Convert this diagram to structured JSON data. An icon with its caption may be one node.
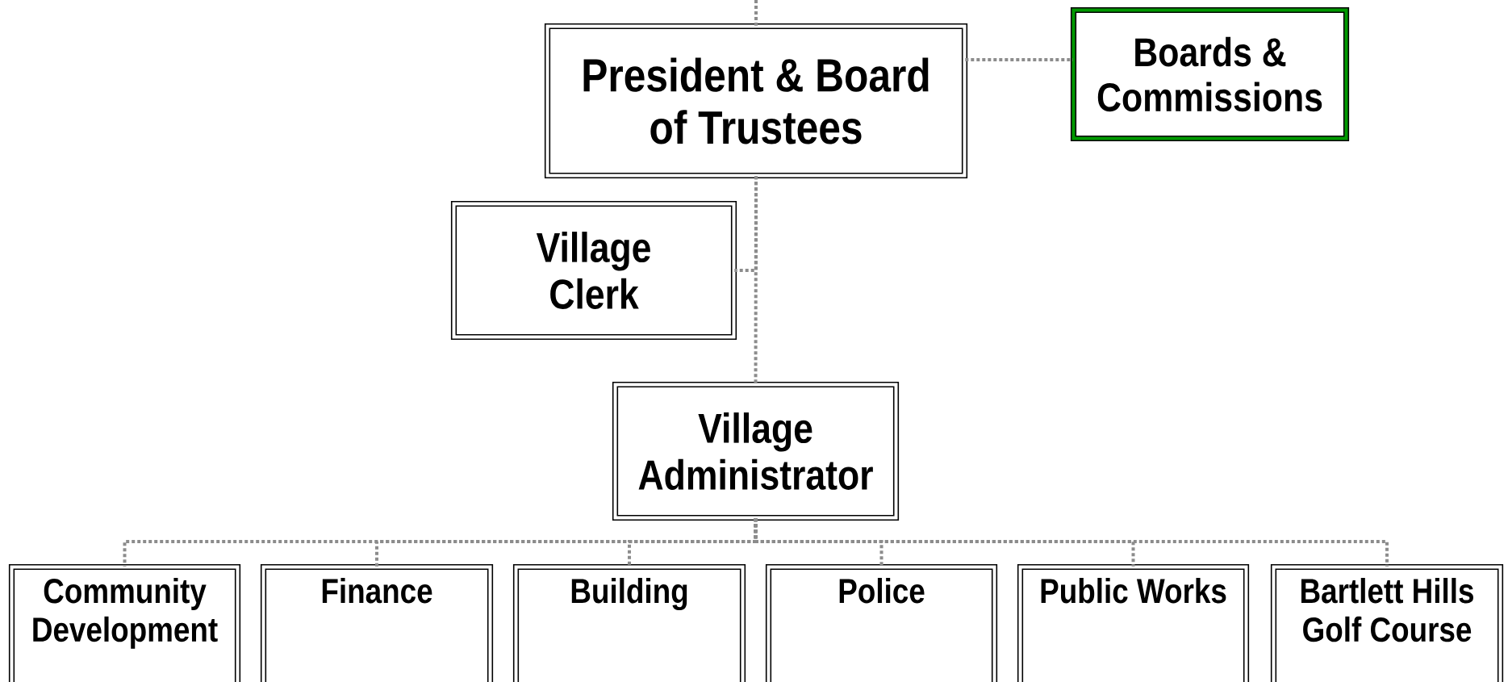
{
  "diagram": {
    "nodes": [
      {
        "text": [
          "President & Board of Trustees"
        ]
      },
      {
        "text": [
          "Boards & Commissions"
        ]
      },
      {
        "text": [
          "Village Clerk"
        ]
      },
      {
        "text": [
          "Village Administrator"
        ]
      },
      {
        "text": [
          "Community Development"
        ]
      },
      {
        "text": [
          "Finance"
        ]
      },
      {
        "text": [
          "Building"
        ]
      },
      {
        "text": [
          "Police"
        ]
      },
      {
        "text": [
          "Public Works"
        ]
      },
      {
        "text": [
          "Bartlett Hills Golf Course"
        ]
      }
    ],
    "edges": [
      {
        "from": null,
        "to": 0,
        "arrow": "none"
      },
      {
        "from": 0,
        "to": 1,
        "arrow": "none"
      },
      {
        "from": 0,
        "to": 2,
        "arrow": "none"
      },
      {
        "from": 0,
        "to": 3,
        "arrow": "none"
      },
      {
        "from": 3,
        "to": 4,
        "arrow": "none"
      },
      {
        "from": 3,
        "to": 5,
        "arrow": "none"
      },
      {
        "from": 3,
        "to": 6,
        "arrow": "none"
      },
      {
        "from": 3,
        "to": 7,
        "arrow": "none"
      },
      {
        "from": 3,
        "to": 8,
        "arrow": "none"
      },
      {
        "from": 3,
        "to": 9,
        "arrow": "none"
      }
    ]
  }
}
